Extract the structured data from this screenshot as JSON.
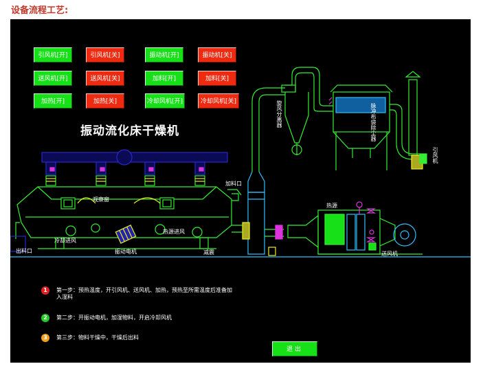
{
  "page": {
    "title": "设备流程工艺:"
  },
  "controls": {
    "induced_fan_on": "引风机[开]",
    "induced_fan_off": "引风机[关]",
    "vibration_on": "振动机[开]",
    "vibration_off": "振动机[关]",
    "blower_on": "送风机[开]",
    "blower_off": "送风机[关]",
    "feed_on": "加料[开]",
    "feed_off": "加料[关]",
    "heat_on": "加热[开]",
    "heat_off": "加热[关]",
    "cooling_fan_on": "冷却风机[开]",
    "cooling_fan_off": "冷却风机[关]"
  },
  "diagram": {
    "title": "振动流化床干燥机",
    "labels": {
      "cyclone": "旋风分离器",
      "bag_filter": "脉冲布袋除尘器",
      "induced_fan": "引风机",
      "feed_port": "加料口",
      "sight_window": "观察窗",
      "heat_source": "热源",
      "heat_inlet": "热源进风",
      "cooling_inlet": "冷却进风",
      "discharge": "出料口",
      "vibration_motor": "振动电机",
      "damper": "减震",
      "blower": "送风机"
    }
  },
  "steps": [
    {
      "num": "1",
      "color": "#e02020",
      "text": "第一步：预热温度，开引风机、送风机、加热，预热至所需温度后准备加入湿料"
    },
    {
      "num": "2",
      "color": "#22cc22",
      "text": "第二步：开振动电机，加湿物料，开启冷却风机"
    },
    {
      "num": "3",
      "color": "#f0a020",
      "text": "第三步：物料干燥中，干燥后出料"
    }
  ],
  "exit_label": "退出",
  "colors": {
    "equipment_line": "#33ee33",
    "frame": "#2828cc",
    "active": "#18e018",
    "stopped": "#ee2a10"
  }
}
